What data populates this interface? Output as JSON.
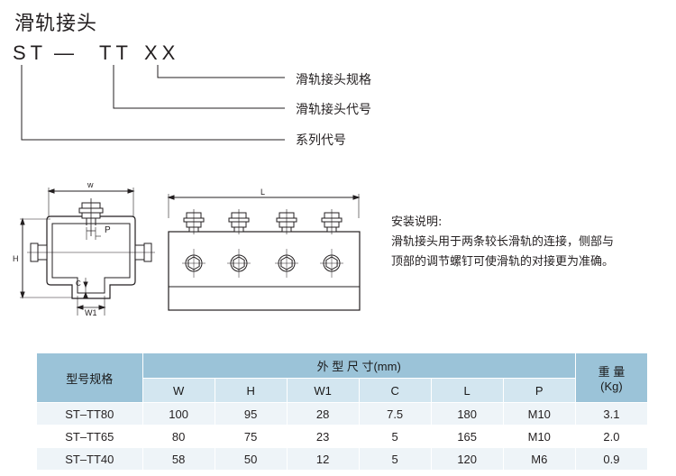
{
  "title": "滑轨接头",
  "code": {
    "part1": "ST",
    "part2": "—",
    "part3": "TT",
    "part4": "XX"
  },
  "legend": {
    "spec": "滑轨接头规格",
    "code": "滑轨接头代号",
    "series": "系列代号"
  },
  "drawing": {
    "label_w": "w",
    "label_h": "H",
    "label_p": "P",
    "label_c": "C",
    "label_w1": "W1",
    "label_l": "L"
  },
  "install": {
    "heading": "安装说明:",
    "line1": "滑轨接头用于两条较长滑轨的连接，侧部与",
    "line2": "顶部的调节螺钉可使滑轨的对接更为准确。"
  },
  "table": {
    "model_header": "型号规格",
    "dims_header": "外 型 尺 寸(mm)",
    "weight_header": "重 量",
    "weight_unit": "(Kg)",
    "columns": [
      "W",
      "H",
      "W1",
      "C",
      "L",
      "P"
    ],
    "rows": [
      {
        "model": "ST–TT80",
        "values": [
          "100",
          "95",
          "28",
          "7.5",
          "180",
          "M10"
        ],
        "weight": "3.1"
      },
      {
        "model": "ST–TT65",
        "values": [
          "80",
          "75",
          "23",
          "5",
          "165",
          "M10"
        ],
        "weight": "2.0"
      },
      {
        "model": "ST–TT40",
        "values": [
          "58",
          "50",
          "12",
          "5",
          "120",
          "M6"
        ],
        "weight": "0.9"
      }
    ]
  }
}
